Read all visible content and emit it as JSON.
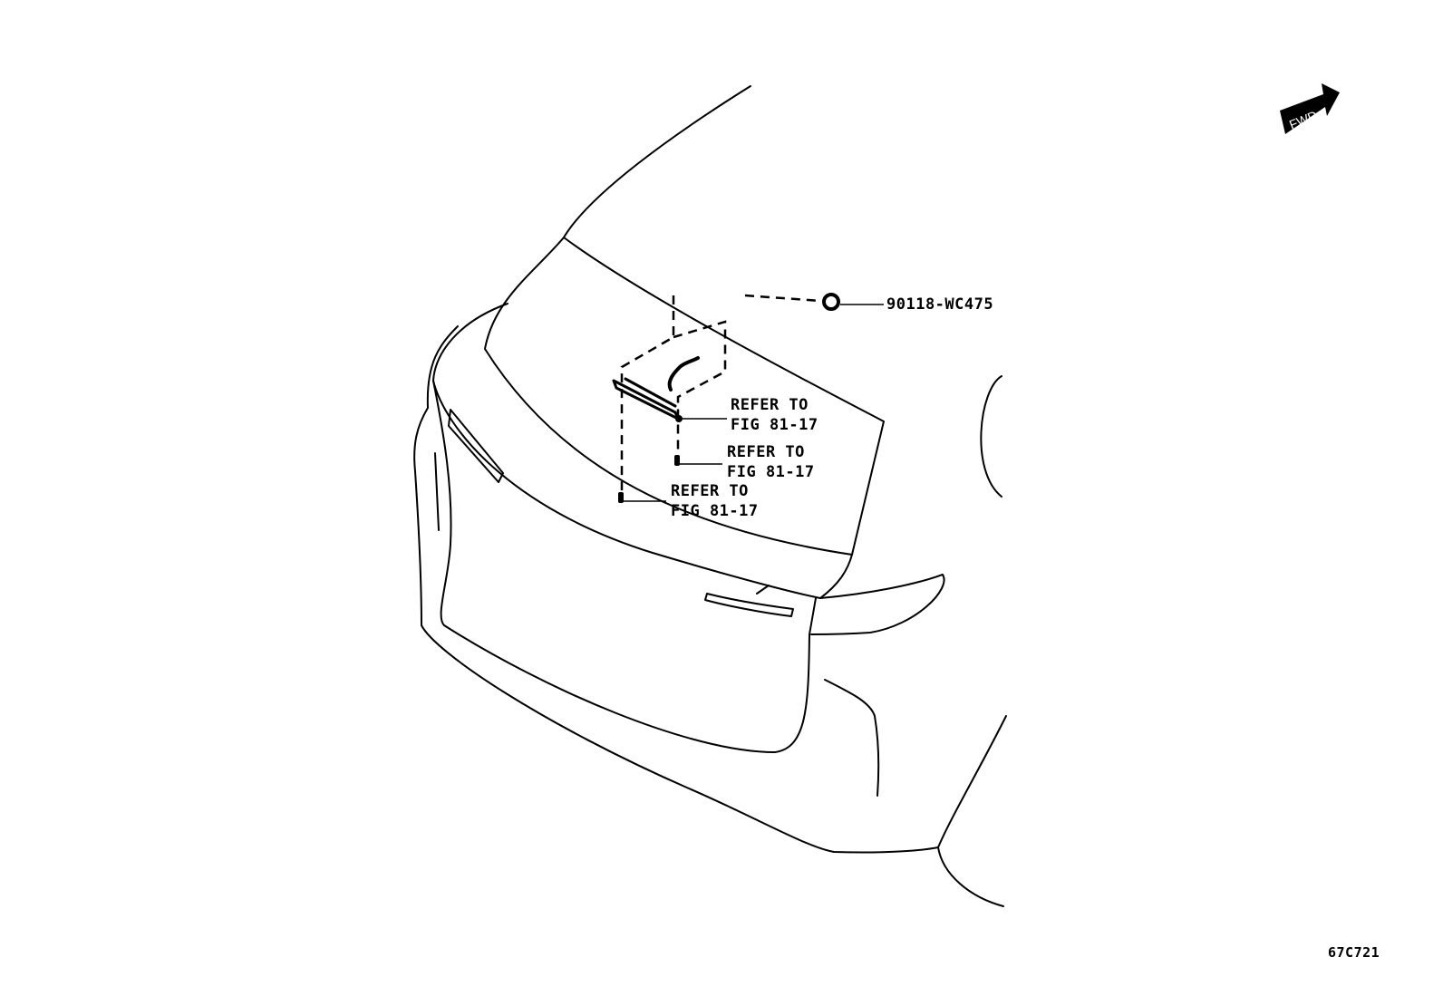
{
  "diagram": {
    "part_number_label": "90118-WC475",
    "refer_labels": [
      {
        "line1": "REFER TO",
        "line2": "FIG 81-17"
      },
      {
        "line1": "REFER TO",
        "line2": "FIG 81-17"
      },
      {
        "line1": "REFER TO",
        "line2": "FIG 81-17"
      }
    ],
    "direction_indicator": "FWD",
    "figure_code": "67C721"
  }
}
